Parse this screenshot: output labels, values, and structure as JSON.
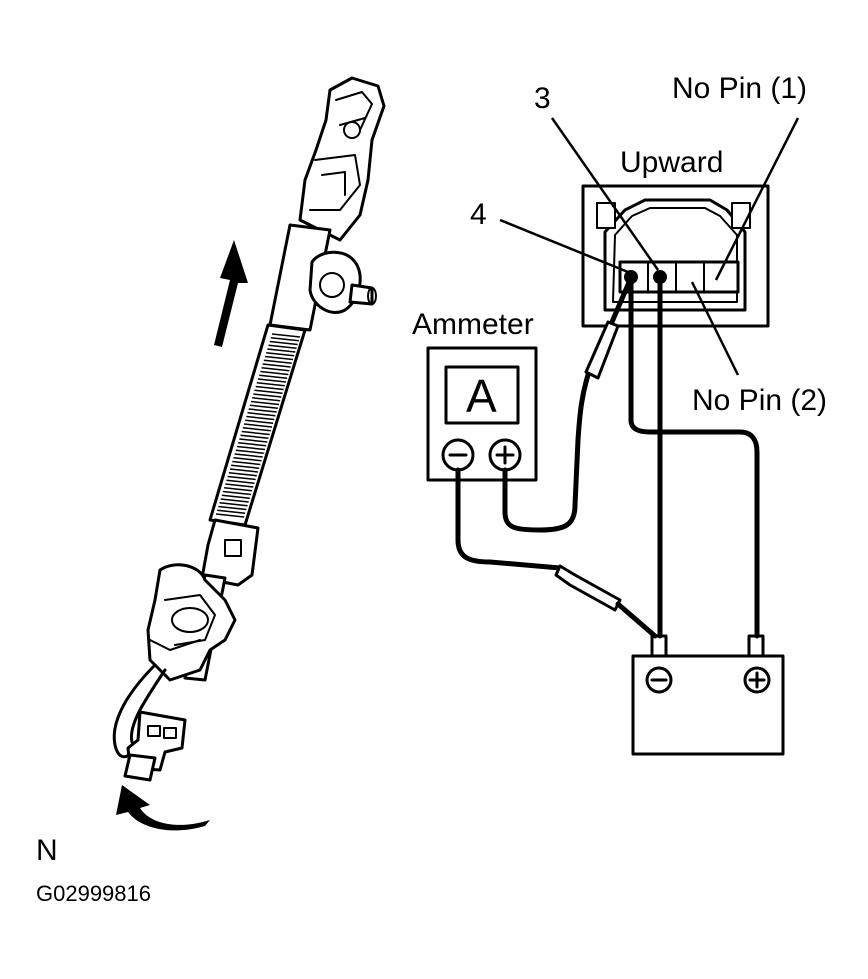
{
  "labels": {
    "pin3": "3",
    "pin4": "4",
    "no_pin_1": "No Pin (1)",
    "no_pin_2": "No Pin (2)",
    "upward": "Upward",
    "ammeter": "Ammeter",
    "ammeter_symbol": "A",
    "orientation": "N",
    "figure_code": "G02999816"
  },
  "symbols": {
    "negative": "⊖",
    "positive": "⊕"
  },
  "icons": {
    "up_arrow": "arrow-up-icon",
    "rotate_arrow": "curved-arrow-icon"
  }
}
